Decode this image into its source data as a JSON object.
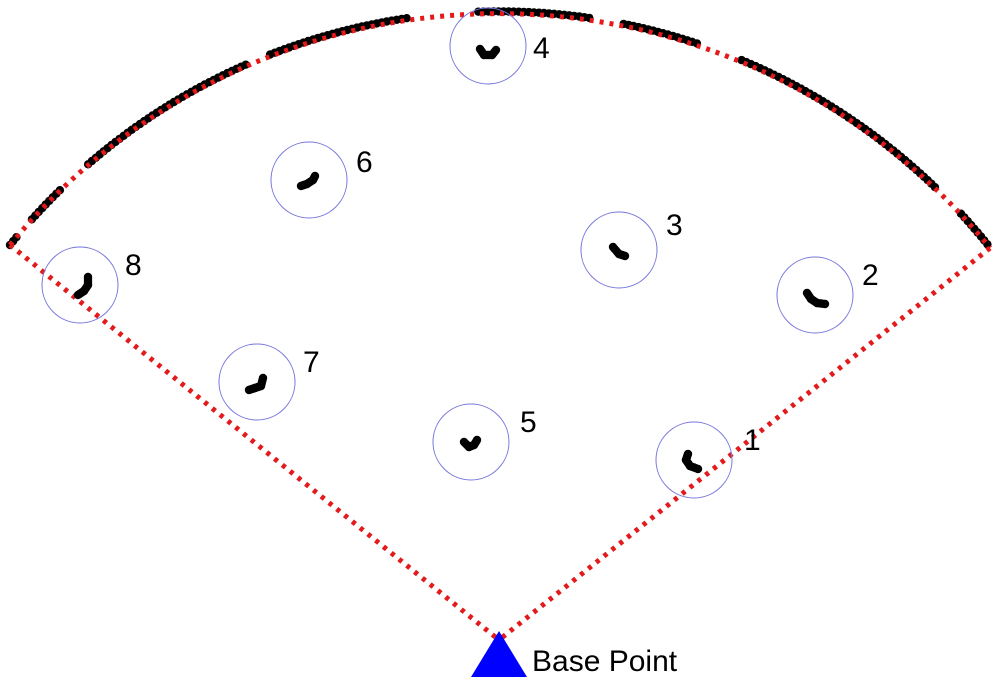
{
  "base_point": {
    "label": "Base Point",
    "color": "#0000ff"
  },
  "boundary_color": "#e31a1c",
  "point_color": "#000000",
  "zone_color": "#7777dd",
  "targets": [
    {
      "label": "1"
    },
    {
      "label": "2"
    },
    {
      "label": "3"
    },
    {
      "label": "4"
    },
    {
      "label": "5"
    },
    {
      "label": "6"
    },
    {
      "label": "7"
    },
    {
      "label": "8"
    }
  ]
}
